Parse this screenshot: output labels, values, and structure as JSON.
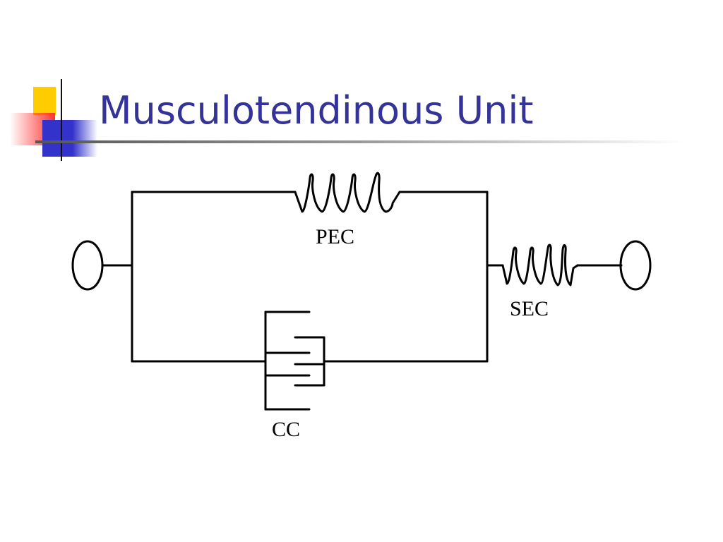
{
  "slide": {
    "title": "Musculotendinous Unit"
  },
  "colors": {
    "title": "#333399",
    "accent_yellow": "#ffcc00",
    "accent_blue": "#3333cc",
    "accent_red": "#ff3333",
    "line": "#000000"
  },
  "diagram": {
    "labels": {
      "pec": "PEC",
      "sec": "SEC",
      "cc": "CC"
    }
  }
}
